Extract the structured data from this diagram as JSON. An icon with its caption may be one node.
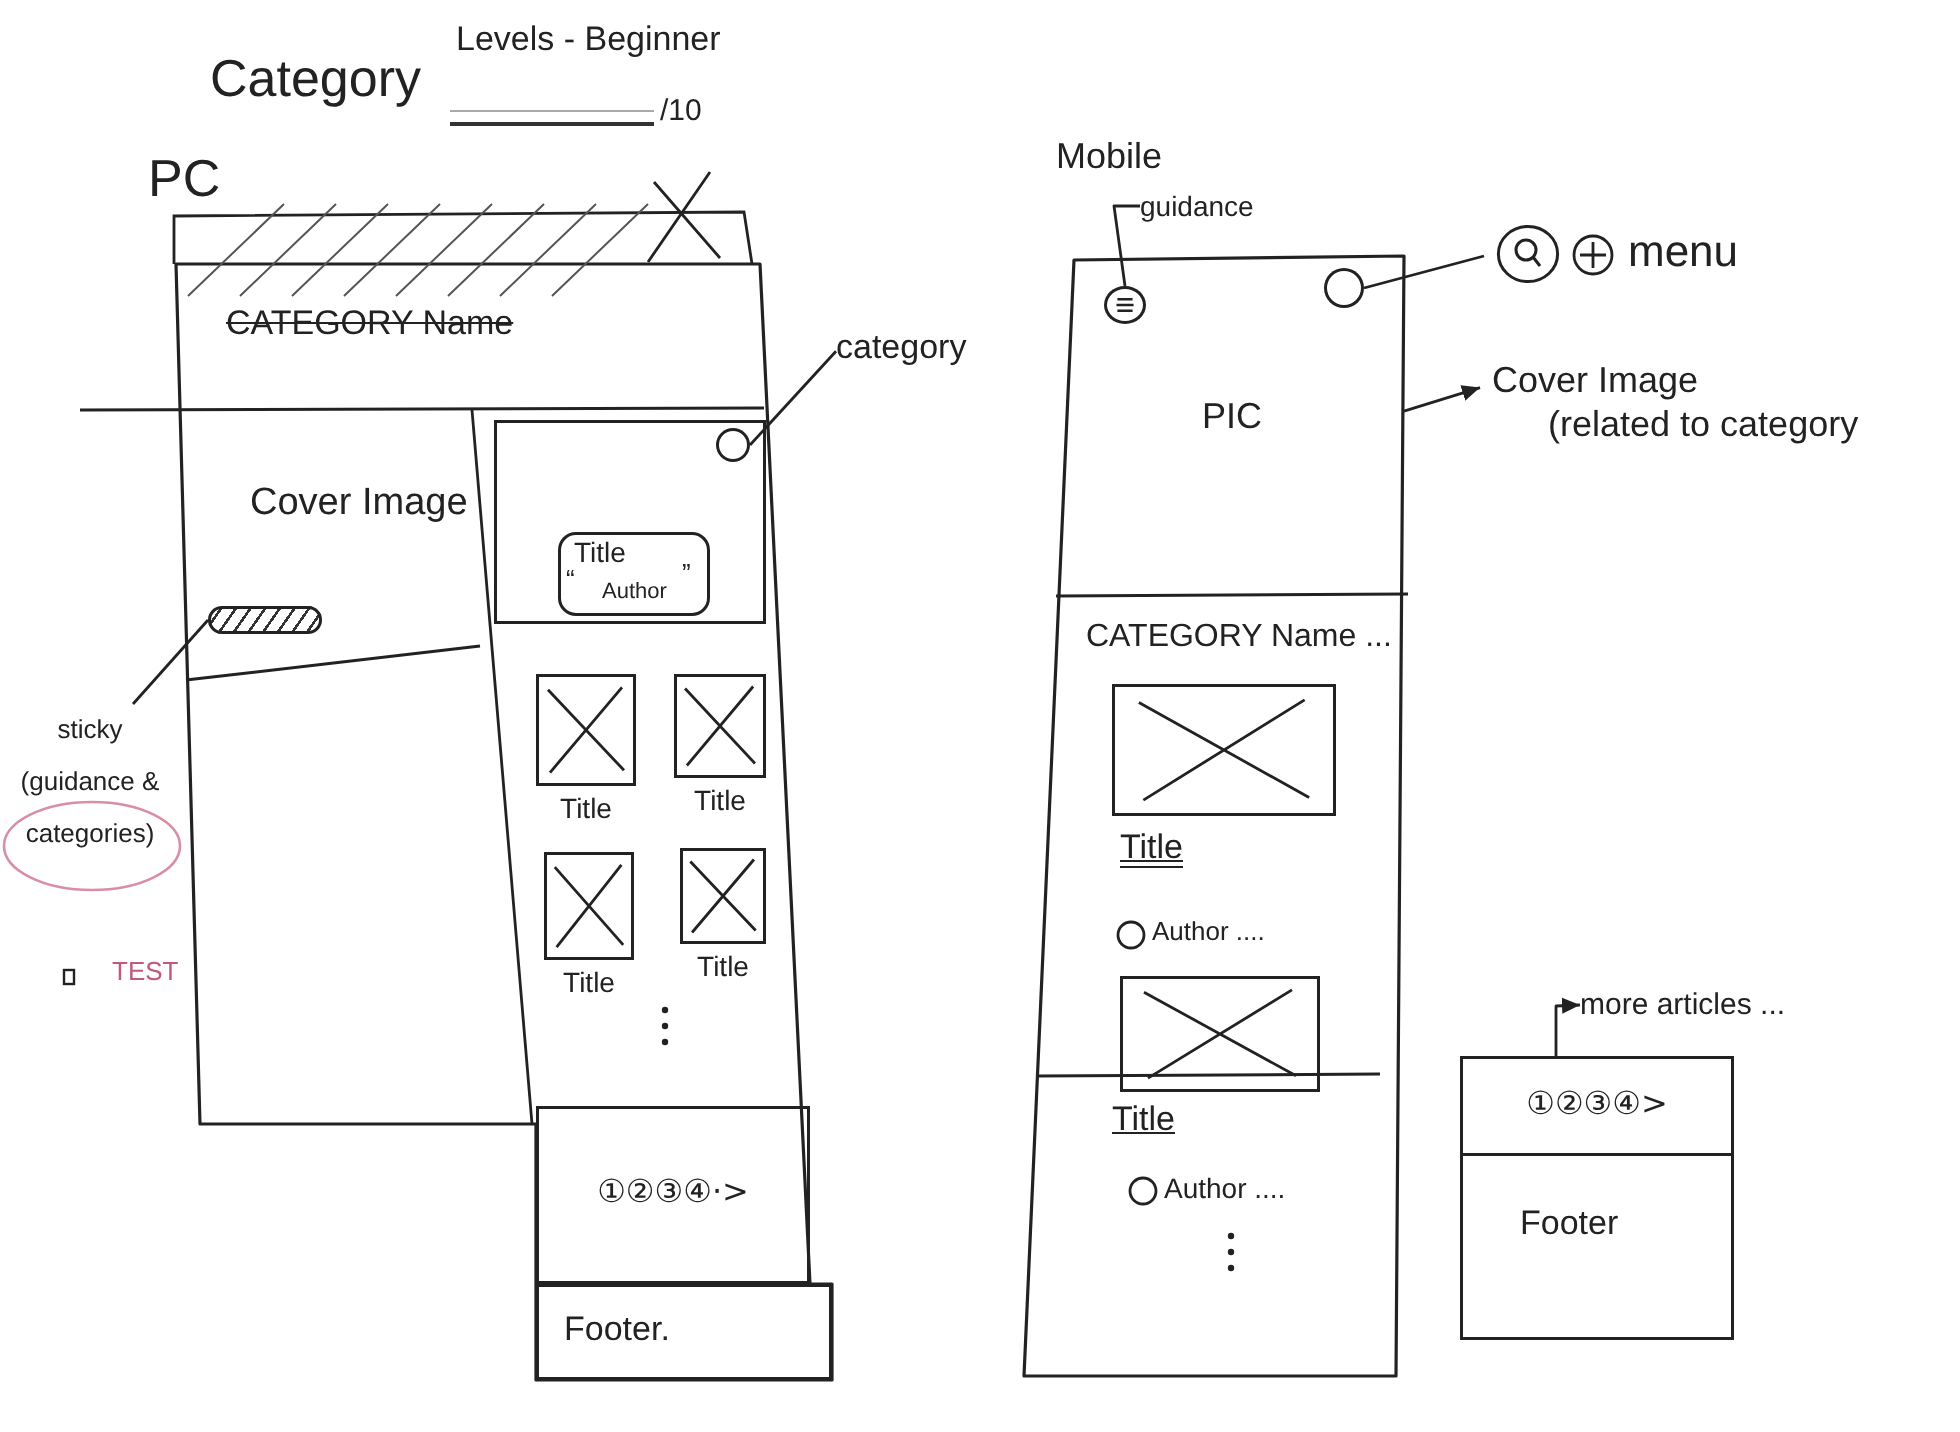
{
  "diagram": {
    "title": "Category",
    "nodes": [
      {
        "text": [
          "PC"
        ]
      },
      {
        "text": [
          "CATEGORY Name"
        ],
        "in": 0
      },
      {
        "text": [
          "Cover Image"
        ],
        "in": 0
      },
      {
        "text": [],
        "shape": "bar",
        "in": 2
      },
      {
        "text": [
          "sticky (guidance & categories)"
        ]
      },
      {
        "text": [],
        "shape": "box",
        "in": 0
      },
      {
        "text": [],
        "shape": "circle",
        "in": 5
      },
      {
        "text": [
          "category"
        ]
      },
      {
        "text": [
          "Title",
          "“",
          "”",
          "Author"
        ],
        "in": 5
      },
      {
        "text": [],
        "shape": "box",
        "in": 0,
        "beside": [
          "Title"
        ]
      },
      {
        "text": [],
        "shape": "box",
        "in": 0,
        "beside": [
          "Title"
        ]
      },
      {
        "text": [],
        "shape": "box",
        "in": 0,
        "beside": [
          "Title"
        ]
      },
      {
        "text": [],
        "shape": "box",
        "in": 0,
        "beside": [
          "Title"
        ]
      },
      {
        "text": [
          "①②③④·>"
        ],
        "in": 0
      },
      {
        "text": [
          "Footer."
        ],
        "in": 0
      },
      {
        "text": [
          "Mobile"
        ]
      },
      {
        "text": [
          "PIC"
        ],
        "in": 15
      },
      {
        "text": [],
        "shape": "circle",
        "in": 16
      },
      {
        "text": [
          "guidance"
        ]
      },
      {
        "text": [],
        "shape": "circle",
        "in": 16
      },
      {
        "text": [
          "menu"
        ]
      },
      {
        "text": [
          "Cover Image",
          "(related to category"
        ]
      },
      {
        "text": [
          "CATEGORY Name ..."
        ],
        "in": 15
      },
      {
        "text": [],
        "shape": "box",
        "in": 22,
        "beside": [
          "Title",
          "Author ...."
        ]
      },
      {
        "text": [],
        "shape": "box",
        "in": 22,
        "beside": [
          "Title",
          "Author ...."
        ]
      },
      {
        "text": [
          "more articles ..."
        ]
      },
      {
        "text": [],
        "shape": "box"
      },
      {
        "text": [
          "①②③④>"
        ],
        "in": 26
      },
      {
        "text": [
          "Footer"
        ],
        "in": 26
      }
    ],
    "edges": [
      {
        "from": 4,
        "to": 3,
        "arrow": "none"
      },
      {
        "from": 7,
        "to": 6,
        "arrow": "none"
      },
      {
        "from": 18,
        "to": 17,
        "arrow": "none"
      },
      {
        "from": 20,
        "to": 19,
        "arrow": "none"
      },
      {
        "from": 16,
        "to": 21,
        "arrow": "to"
      },
      {
        "from": 27,
        "to": 25,
        "arrow": "to"
      }
    ],
    "labels": [
      "Levels - Beginner",
      "/10",
      "TEST"
    ]
  }
}
